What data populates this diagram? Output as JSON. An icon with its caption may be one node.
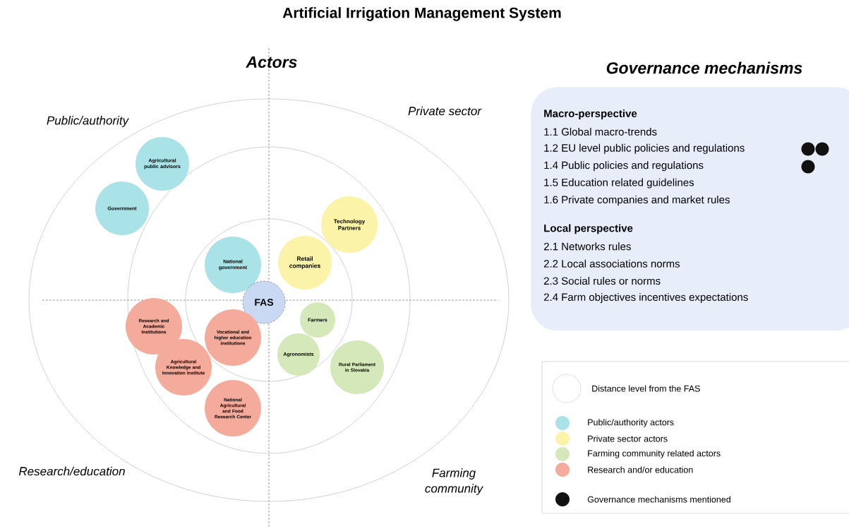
{
  "diagram": {
    "title": "Artificial Irrigation Management System",
    "nodes": [
      {
        "text": [
          "Agricultural public advisors"
        ]
      },
      {
        "text": [
          "Government"
        ]
      },
      {
        "text": [
          "Technology Partners"
        ]
      },
      {
        "text": [
          "Retail companies"
        ]
      },
      {
        "text": [
          "National government"
        ]
      },
      {
        "text": [
          "FAS"
        ]
      },
      {
        "text": [
          "Farmers"
        ]
      },
      {
        "text": [
          "Research and Academic Institutions"
        ]
      },
      {
        "text": [
          "Vocational and higher education institutions"
        ]
      },
      {
        "text": [
          "Agronomists"
        ]
      },
      {
        "text": [
          "Rural Parliament in Slovakia"
        ]
      },
      {
        "text": [
          "Agricultural Knowledge and Innovation Institute"
        ]
      },
      {
        "text": [
          "National Agricultural and Food Research Center"
        ]
      },
      {
        "text": [
          "Governance mechanisms",
          "Macro-perspective",
          "1.1 Global macro-trends",
          "1.2 EU level public policies and regulations",
          "1.4 Public policies and regulations",
          "1.5 Education related guidelines",
          "1.6 Private companies and market rules",
          "Local perspective",
          "2.1 Networks rules",
          "2.2 Local associations norms",
          "2.3 Social rules or norms",
          "2.4 Farm objectives incentives expectations"
        ]
      }
    ],
    "labels": [
      "Actors",
      "Public/authority",
      "Private sector",
      "Research/education",
      "Farming community"
    ],
    "legend": [
      {
        "text": "Distance level from the FAS"
      },
      {
        "text": "Public/authority actors",
        "color": "#a9e3e8"
      },
      {
        "text": "Private sector actors",
        "color": "#fbf4a8"
      },
      {
        "text": "Farming community related actors",
        "color": "#d5e8b9"
      },
      {
        "text": "Research and/or education",
        "color": "#f4ab9c"
      },
      {
        "text": "Governance mechanisms mentioned",
        "color": "#111111"
      }
    ]
  }
}
